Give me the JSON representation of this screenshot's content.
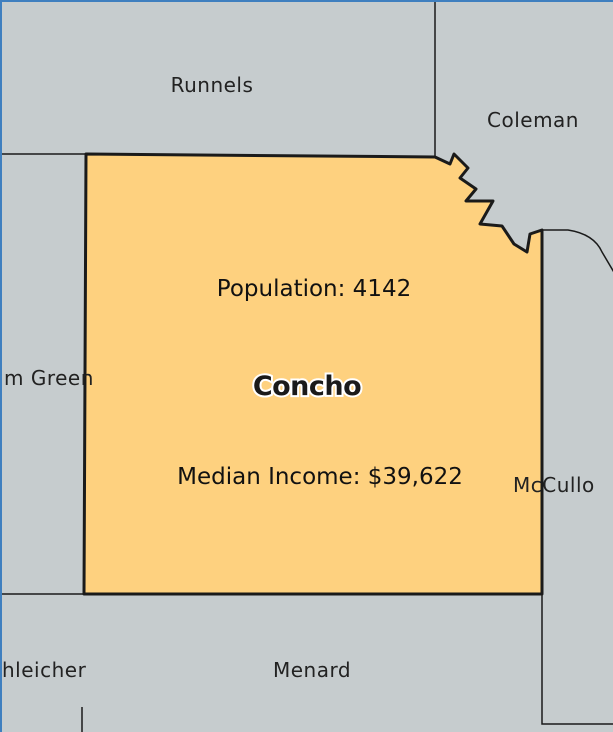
{
  "map": {
    "colors": {
      "background": "#c6ccce",
      "focus_fill": "#fed17f",
      "border": "#1a1a1a",
      "frame": "#3f7fbf"
    },
    "focus_county": {
      "name": "Concho",
      "population_text": "Population: 4142",
      "income_text": "Median Income: $39,622"
    },
    "neighbor_counties": [
      {
        "name": "Runnels"
      },
      {
        "name": "Coleman"
      },
      {
        "name": "m Green"
      },
      {
        "name": "McCullo"
      },
      {
        "name": "hleicher"
      },
      {
        "name": "Menard"
      }
    ]
  }
}
